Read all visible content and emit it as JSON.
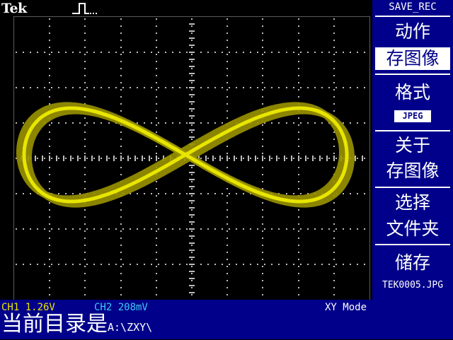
{
  "header": {
    "brand": "Tek",
    "trigger_icon": "trigger-pulse-icon"
  },
  "menu": {
    "title": "SAVE_REC",
    "action_label": "动作",
    "action_value": "存图像",
    "format_label": "格式",
    "format_value": "JPEG",
    "about_line1": "关于",
    "about_line2": "存图像",
    "select_line1": "选择",
    "select_line2": "文件夹",
    "save_label": "储存",
    "save_filename": "TEK0005.JPG"
  },
  "status": {
    "ch1": "CH1  1.26V",
    "ch2": "CH2  208mV",
    "mode": "XY Mode",
    "current_dir_label": "当前目录是",
    "current_dir_value": "A:\\ZXY\\"
  },
  "colors": {
    "trace": "#e8e600",
    "trace_dim": "#9a9400",
    "ch1": "#f0e800",
    "ch2": "#40c8f8",
    "menu_bg": "#00008a",
    "grid": "#bdbdbd"
  }
}
